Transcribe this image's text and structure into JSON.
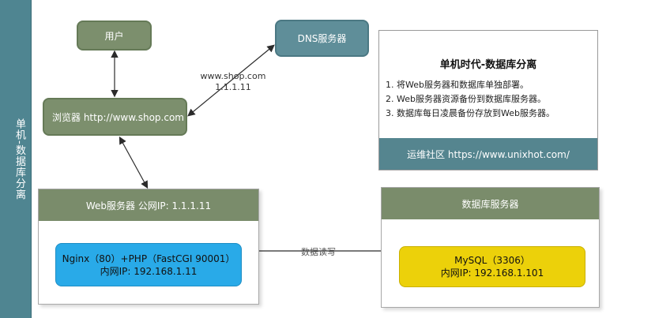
{
  "sidebar": {
    "label": "单机-数据库分离"
  },
  "nodes": {
    "user": "用户",
    "dns": "DNS服务器",
    "browser": "浏览器  http://www.shop.com"
  },
  "labels": {
    "domain": "www.shop.com",
    "ip": "1.1.1.11",
    "read_write": "数据读写"
  },
  "info": {
    "title": "单机时代-数据库分离",
    "items": [
      "1. 将Web服务器和数据库单独部署。",
      "2. Web服务器资源备份到数据库服务器。",
      "3. 数据库每日凌晨备份存放到Web服务器。"
    ],
    "footer": "运维社区  https://www.unixhot.com/"
  },
  "web_server": {
    "title": "Web服务器  公网IP: 1.1.1.11",
    "app_line1": "Nginx（80）+PHP（FastCGI 90001）",
    "app_line2": "内网IP: 192.168.1.11"
  },
  "db_server": {
    "title": "数据库服务器",
    "app_line1": "MySQL（3306）",
    "app_line2": "内网IP: 192.168.1.101"
  },
  "colors": {
    "sidebar": "#4f8591",
    "green_node": "#7c8f6d",
    "teal_node": "#5f8e99",
    "nginx": "#29aae8",
    "mysql": "#ecd10a"
  }
}
